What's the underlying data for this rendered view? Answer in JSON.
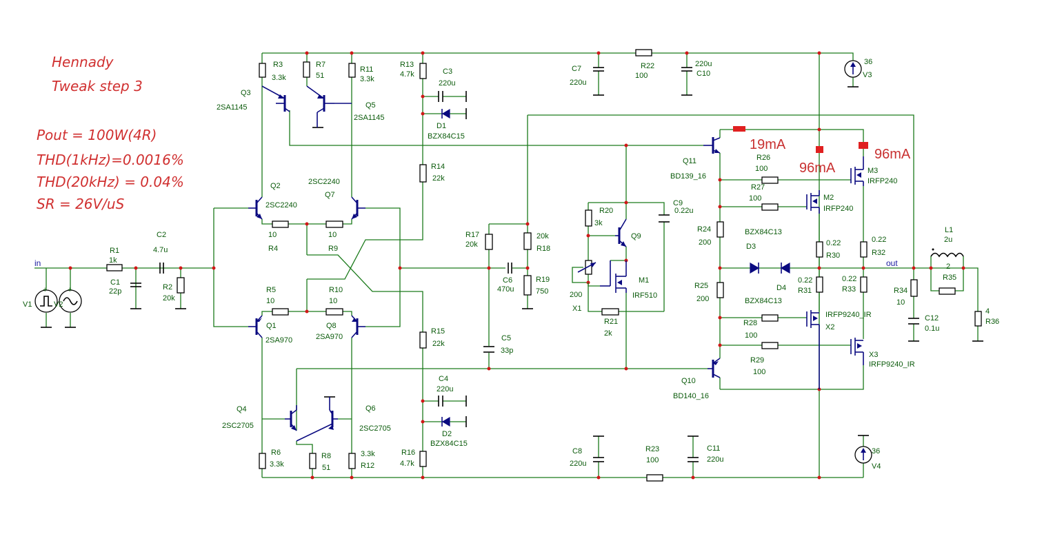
{
  "notes": {
    "author": "Hennady",
    "step": "Tweak step 3",
    "pout": "Pout = 100W(4R)",
    "thd1k": "THD(1kHz)=0.0016%",
    "thd20k": "THD(20kHz) = 0.04%",
    "sr": "SR = 26V/uS"
  },
  "measurements": {
    "q11": "19mA",
    "m2": "96mA",
    "m3": "96mA"
  },
  "nodes": {
    "in": "in",
    "out": "out"
  },
  "components": {
    "R1": {
      "ref": "R1",
      "value": "1k"
    },
    "C1": {
      "ref": "C1",
      "value": "22p"
    },
    "C2": {
      "ref": "C2",
      "value": "4.7u"
    },
    "R2": {
      "ref": "R2",
      "value": "20k"
    },
    "V1": {
      "ref": "V1"
    },
    "V2": {
      "ref": "V2"
    },
    "R3": {
      "ref": "R3",
      "value": "3.3k"
    },
    "R7": {
      "ref": "R7",
      "value": "51"
    },
    "R11": {
      "ref": "R11",
      "value": "3.3k"
    },
    "Q3": {
      "ref": "Q3",
      "model": "2SA1145"
    },
    "Q5": {
      "ref": "Q5",
      "model": "2SA1145"
    },
    "Q2": {
      "ref": "Q2",
      "model": "2SC2240"
    },
    "Q7": {
      "ref": "Q7",
      "model": "2SC2240"
    },
    "R4": {
      "ref": "R4",
      "value": "10"
    },
    "R9": {
      "ref": "R9",
      "value": "10"
    },
    "R5": {
      "ref": "R5",
      "value": "10"
    },
    "R10": {
      "ref": "R10",
      "value": "10"
    },
    "Q1": {
      "ref": "Q1",
      "model": "2SA970"
    },
    "Q8": {
      "ref": "Q8",
      "model": "2SA970"
    },
    "Q4": {
      "ref": "Q4",
      "model": "2SC2705"
    },
    "Q6": {
      "ref": "Q6",
      "model": "2SC2705"
    },
    "R6": {
      "ref": "R6",
      "value": "3.3k"
    },
    "R8": {
      "ref": "R8",
      "value": "51"
    },
    "R12": {
      "ref": "R12",
      "value": "3.3k"
    },
    "R13": {
      "ref": "R13",
      "value": "4.7k"
    },
    "C3": {
      "ref": "C3",
      "value": "220u"
    },
    "D1": {
      "ref": "D1",
      "model": "BZX84C15"
    },
    "R14": {
      "ref": "R14",
      "value": "22k"
    },
    "R15": {
      "ref": "R15",
      "value": "22k"
    },
    "C4": {
      "ref": "C4",
      "value": "220u"
    },
    "D2": {
      "ref": "D2",
      "model": "BZX84C15"
    },
    "R16": {
      "ref": "R16",
      "value": "4.7k"
    },
    "R17": {
      "ref": "R17",
      "value": "20k"
    },
    "R18": {
      "ref": "R18",
      "value": "20k"
    },
    "C6": {
      "ref": "C6",
      "value": "470u"
    },
    "R19": {
      "ref": "R19",
      "value": "750"
    },
    "C5": {
      "ref": "C5",
      "value": "33p"
    },
    "C7": {
      "ref": "C7",
      "value": "220u"
    },
    "R22": {
      "ref": "R22",
      "value": "100"
    },
    "C10": {
      "ref": "C10",
      "value": "220u"
    },
    "V3": {
      "ref": "V3",
      "value": "36"
    },
    "C8": {
      "ref": "C8",
      "value": "220u"
    },
    "R23": {
      "ref": "R23",
      "value": "100"
    },
    "C11": {
      "ref": "C11",
      "value": "220u"
    },
    "V4": {
      "ref": "V4",
      "value": "36"
    },
    "R20": {
      "ref": "R20",
      "value": "3k"
    },
    "Q9": {
      "ref": "Q9"
    },
    "C9": {
      "ref": "C9",
      "value": "0.22u"
    },
    "X1": {
      "ref": "X1",
      "value": "200"
    },
    "M1": {
      "ref": "M1",
      "model": "IRF510"
    },
    "R21": {
      "ref": "R21",
      "value": "2k"
    },
    "Q11": {
      "ref": "Q11",
      "model": "BD139_16"
    },
    "Q10": {
      "ref": "Q10",
      "model": "BD140_16"
    },
    "R26": {
      "ref": "R26",
      "value": "100"
    },
    "R27": {
      "ref": "R27",
      "value": "100"
    },
    "R28": {
      "ref": "R28",
      "value": "100"
    },
    "R29": {
      "ref": "R29",
      "value": "100"
    },
    "R24": {
      "ref": "R24",
      "value": "200"
    },
    "R25": {
      "ref": "R25",
      "value": "200"
    },
    "D3": {
      "ref": "D3",
      "model": "BZX84C13"
    },
    "D4": {
      "ref": "D4",
      "model": "BZX84C13"
    },
    "M2": {
      "ref": "M2",
      "model": "IRFP240"
    },
    "M3": {
      "ref": "M3",
      "model": "IRFP240"
    },
    "X2": {
      "ref": "X2",
      "model": "IRFP9240_IR"
    },
    "X3": {
      "ref": "X3",
      "model": "IRFP9240_IR"
    },
    "R30": {
      "ref": "R30",
      "value": "0.22"
    },
    "R31": {
      "ref": "R31",
      "value": "0.22"
    },
    "R32": {
      "ref": "R32",
      "value": "0.22"
    },
    "R33": {
      "ref": "R33",
      "value": "0.22"
    },
    "L1": {
      "ref": "L1",
      "value": "2u"
    },
    "R35": {
      "ref": "R35",
      "value": "2"
    },
    "R34": {
      "ref": "R34",
      "value": "10"
    },
    "C12": {
      "ref": "C12",
      "value": "0.1u"
    },
    "R36": {
      "ref": "R36",
      "value": "4"
    }
  }
}
